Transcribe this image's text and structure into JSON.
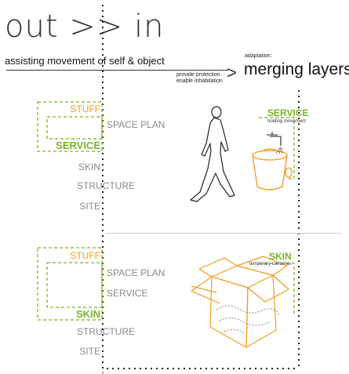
{
  "title": "out >> in",
  "subtitle": "assisting movement of self & object",
  "protect": {
    "line1": "provide protection",
    "line2": "enable inhabitation"
  },
  "adaptation": {
    "label": "adaptation:",
    "heading": "merging layers"
  },
  "panel_top": {
    "layers": [
      "STUFF",
      "SPACE PLAN",
      "SERVICE",
      "SKIN",
      "STRUCTURE",
      "SITE"
    ],
    "highlight": [
      "STUFF",
      "SERVICE"
    ],
    "caption": "SERVICE",
    "caption_sub": "holding movement"
  },
  "panel_bottom": {
    "layers": [
      "STUFF",
      "SPACE PLAN",
      "SERVICE",
      "SKIN",
      "STRUCTURE",
      "SITE"
    ],
    "highlight": [
      "STUFF",
      "SKIN"
    ],
    "caption": "SKIN",
    "caption_sub": "temporary container"
  },
  "colors": {
    "orange": "#f39a1e",
    "green": "#7ab32a",
    "gray": "#8a8a8a"
  }
}
